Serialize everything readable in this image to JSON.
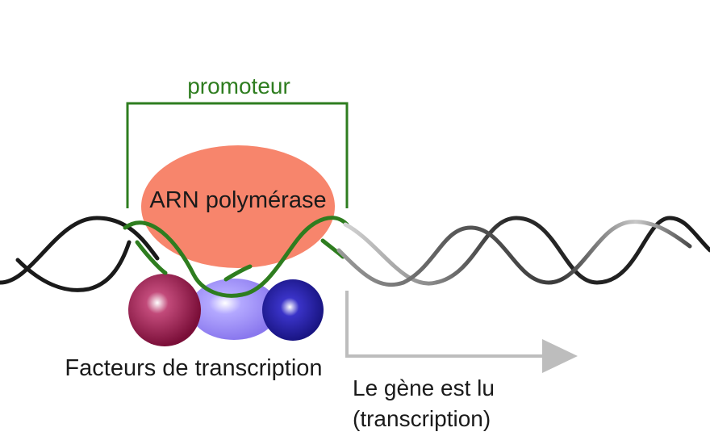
{
  "labels": {
    "promoter": "promoteur",
    "polymerase": "ARN polymérase",
    "factors": "Facteurs de transcription",
    "gene_read_line1": "Le gène est lu",
    "gene_read_line2": "(transcription)"
  },
  "colors": {
    "promoter_green": "#2e7d1f",
    "polymerase": "#f7856c",
    "factor_left": "#8c1242",
    "factor_middle": "#9b8cf5",
    "factor_right": "#1e1a9c",
    "dna_dark": "#1a1a1a",
    "transcribed_grey": "#b8b8b8",
    "arrow_grey": "#bdbdbd"
  }
}
